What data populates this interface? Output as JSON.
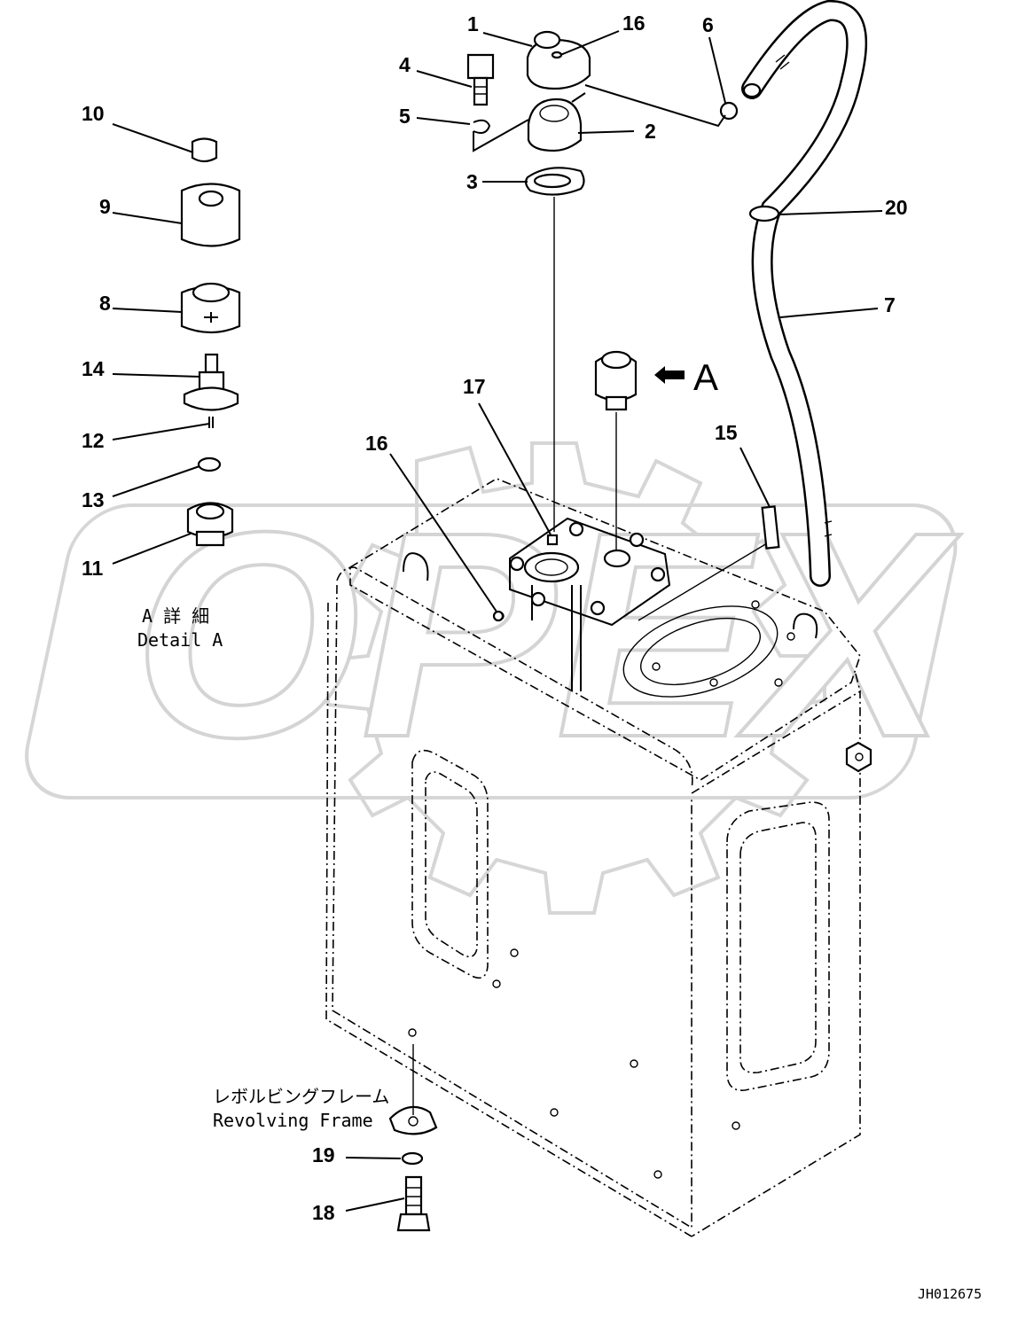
{
  "watermark": {
    "brand": "OPEX"
  },
  "callouts": {
    "c1": "1",
    "c2": "2",
    "c3": "3",
    "c4": "4",
    "c5": "5",
    "c6": "6",
    "c7": "7",
    "c8": "8",
    "c9": "9",
    "c10": "10",
    "c11": "11",
    "c12": "12",
    "c13": "13",
    "c14": "14",
    "c15": "15",
    "c16a": "16",
    "c16b": "16",
    "c17": "17",
    "c18": "18",
    "c19": "19",
    "c20": "20"
  },
  "view_marker": {
    "letter": "A"
  },
  "detail_label": {
    "jp": "A 詳 細",
    "en": "Detail A"
  },
  "frame_label": {
    "jp": "レボルビングフレーム",
    "en": "Revolving Frame"
  },
  "drawing_number": "JH012675"
}
